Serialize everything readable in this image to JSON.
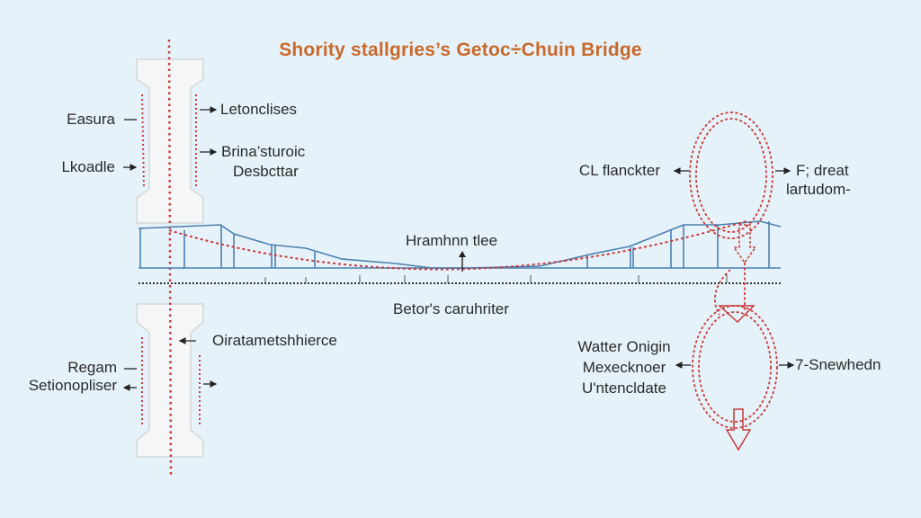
{
  "title": "Shority stallgries’s Getoc÷Chuin Bridge",
  "colors": {
    "background": "#e6f2f9",
    "title": "#c8692a",
    "cable": "#c83a3a",
    "deck": "#4a7fb0",
    "text": "#2a2a2a"
  },
  "upper_tower": {
    "left_labels": [
      "Easura",
      "Lkoadle"
    ],
    "right_labels": [
      "Letonclises",
      "Brina’sturoic",
      "Desbcttar"
    ]
  },
  "lower_tower": {
    "left_labels": [
      "Regam",
      "Setionopliser"
    ],
    "right_label": "Oiratametshhierce"
  },
  "deck": {
    "center_label": "Hramhnn tlee",
    "below_label": "Betor's caruhriter"
  },
  "upper_loop": {
    "left_label": "CL flanckter",
    "right_labels": [
      "F; dreat",
      "lartudom-"
    ]
  },
  "lower_loop": {
    "left_labels": [
      "Watter Onigin",
      "Mexecknoer",
      "U'ntencldate"
    ],
    "right_label": "7-Snewhedn"
  }
}
